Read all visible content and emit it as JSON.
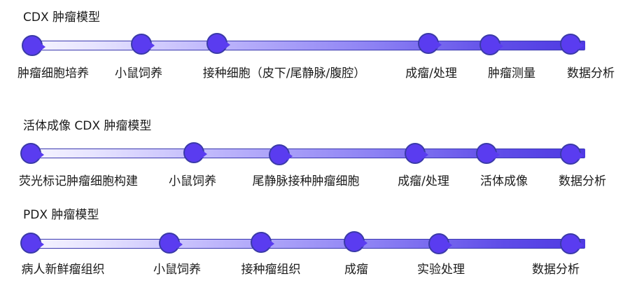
{
  "models": [
    {
      "title": "CDX 肿瘤模型",
      "steps": [
        "肿瘤细胞培养",
        "小鼠饲养",
        "接种细胞（皮下/尾静脉/腹腔）",
        "成瘤/处理",
        "肿瘤测量",
        "数据分析"
      ]
    },
    {
      "title": "活体成像 CDX 肿瘤模型",
      "steps": [
        "荧光标记肿瘤细胞构建",
        "小鼠饲养",
        "尾静脉接种肿瘤细胞",
        "成瘤/处理",
        "活体成像",
        "数据分析"
      ]
    },
    {
      "title": "PDX 肿瘤模型",
      "steps": [
        "病人新鲜瘤组织",
        "小鼠饲养",
        "接种瘤组织",
        "成瘤",
        "实验处理",
        "数据分析"
      ]
    }
  ],
  "colors": {
    "node": "#5a3cf0",
    "node_border": "#3a3aa8",
    "track_start": "#f7f6ff",
    "track_end": "#4d39e2"
  }
}
